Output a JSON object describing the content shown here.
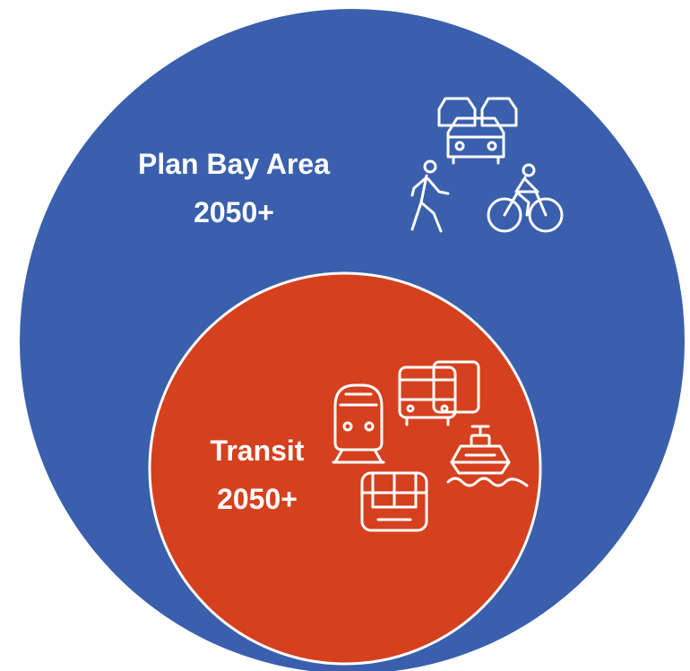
{
  "outer": {
    "label_line1": "Plan Bay Area",
    "label_line2": "2050+",
    "color": "#3A5FAC",
    "icons": [
      "cars-icon",
      "pedestrian-icon",
      "cyclist-icon"
    ]
  },
  "inner": {
    "label_line1": "Transit",
    "label_line2": "2050+",
    "color": "#D5401E",
    "icons": [
      "train-icon",
      "buses-icon",
      "ferry-icon",
      "light-rail-icon"
    ]
  }
}
